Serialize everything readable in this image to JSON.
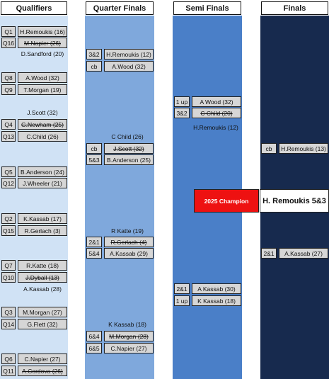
{
  "headers": {
    "qualifiers": "Qualifiers",
    "quarter_finals": "Quarter Finals",
    "semi_finals": "Semi Finals",
    "finals": "Finals"
  },
  "qualifiers": {
    "m1": {
      "s1": "Q1",
      "p1": "H.Remoukis (16)",
      "s2": "Q16",
      "p2": "M.Napier (26)",
      "result": "D.Sandford (20)"
    },
    "m2": {
      "s1": "Q8",
      "p1": "A.Wood (32)",
      "s2": "Q9",
      "p2": "T.Morgan (19)",
      "result": "J.Scott (32)"
    },
    "m3": {
      "s1": "Q4",
      "p1": "G.Newham (25)",
      "s2": "Q13",
      "p2": "C.Child (26)"
    },
    "m4": {
      "s1": "Q5",
      "p1": "B.Anderson (24)",
      "s2": "Q12",
      "p2": "J.Wheeler (21)"
    },
    "m5": {
      "s1": "Q2",
      "p1": "K.Kassab (17)",
      "s2": "Q15",
      "p2": "R.Gerlach (3)"
    },
    "m6": {
      "s1": "Q7",
      "p1": "R.Katte (18)",
      "s2": "Q10",
      "p2": "J.Dyball (13)",
      "result": "A.Kassab (28)"
    },
    "m7": {
      "s1": "Q3",
      "p1": "M.Morgan (27)",
      "s2": "Q14",
      "p2": "G.Flett (32)"
    },
    "m8": {
      "s1": "Q6",
      "p1": "C.Napier (27)",
      "s2": "Q11",
      "p2": "A.Cordova (26)"
    }
  },
  "quarter_finals": {
    "m1": {
      "score": "3&2",
      "p1": "H.Remoukis (12)",
      "score2": "cb",
      "p2": "A.Wood (32)",
      "note": "C Child (26)"
    },
    "m2": {
      "score": "cb",
      "p1": "J.Scott (32)",
      "score2": "5&3",
      "p2": "B.Anderson (25)",
      "note": "R Katte (19)"
    },
    "m3": {
      "score": "2&1",
      "p1": "R.Gerlach (4)",
      "score2": "5&4",
      "p2": "A.Kassab (29)",
      "note": "K Kassab (18)"
    },
    "m4": {
      "score": "6&4",
      "p1": "M.Morgan (28)",
      "score2": "6&5",
      "p2": "C.Napier (27)"
    }
  },
  "semi_finals": {
    "m1": {
      "score": "1 up",
      "p1": "A Wood (32)",
      "score2": "3&2",
      "p2": "C Child (20)",
      "note": "H.Remoukis (12)"
    },
    "m2": {
      "score": "2&1",
      "p1": "A Kassab (30)",
      "score2": "1 up",
      "p2": "K Kassab (18)"
    }
  },
  "finals": {
    "m1": {
      "score": "cb",
      "p1": "H.Remoukis (13)"
    },
    "m2": {
      "score": "2&1",
      "p1": "A.Kassab (27)"
    }
  },
  "champion": {
    "label": "2025 Champion",
    "name": "H. Remoukis 5&3"
  },
  "colors": {
    "qualifiers_bg": "#d0e2f5",
    "quarter_bg": "#7fa8dc",
    "semi_bg": "#4a7fc8",
    "finals_bg": "#172a4e",
    "champion_bg": "#ee1111",
    "box_bg": "#d6d6d6"
  }
}
